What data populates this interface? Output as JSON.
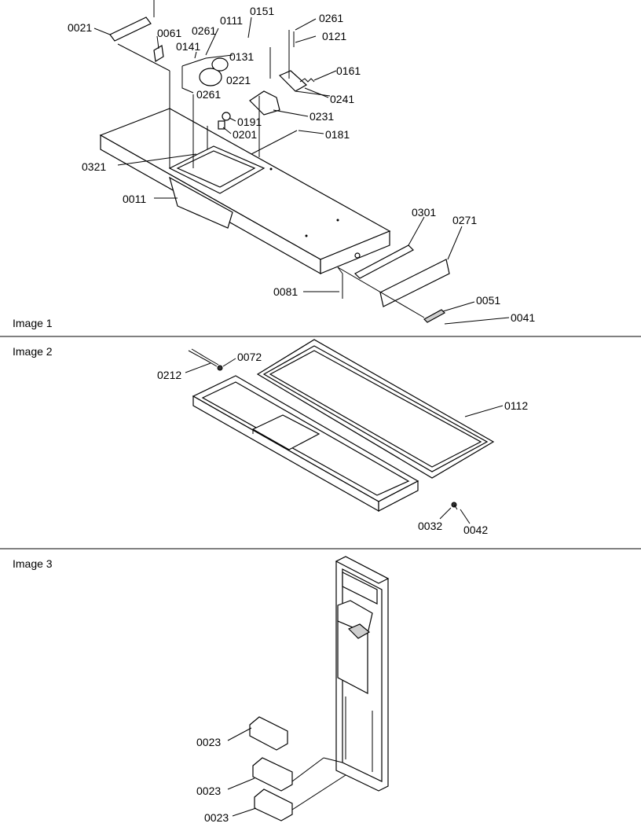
{
  "panels": [
    {
      "title": "Image 1"
    },
    {
      "title": "Image 2"
    },
    {
      "title": "Image 3"
    }
  ],
  "callouts_image1": [
    "0021",
    "0061",
    "0261",
    "0111",
    "0151",
    "0261",
    "0121",
    "0141",
    "0131",
    "0221",
    "0161",
    "0241",
    "0261",
    "0231",
    "0191",
    "0201",
    "0181",
    "0321",
    "0011",
    "0301",
    "0271",
    "0081",
    "0051",
    "0041"
  ],
  "callouts_image2": [
    "0212",
    "0072",
    "0112",
    "0032",
    "0042"
  ],
  "callouts_image3": [
    "0023",
    "0023",
    "0023"
  ]
}
